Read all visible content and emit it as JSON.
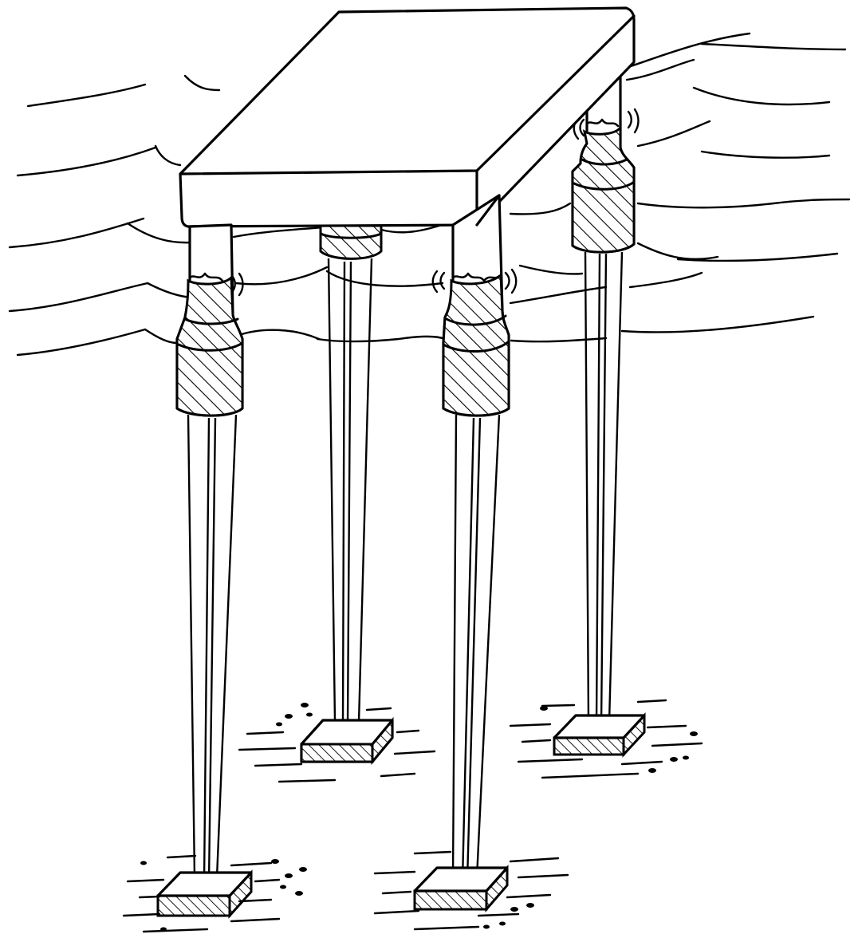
{
  "figure": {
    "description_kind": "line-drawing",
    "components": [
      {
        "name": "deck",
        "count": 1
      },
      {
        "name": "column",
        "count": 4
      },
      {
        "name": "column-collar",
        "count": 4
      },
      {
        "name": "tendon-bundle",
        "count": 4
      },
      {
        "name": "foundation-template",
        "count": 4
      },
      {
        "name": "water-surface",
        "count": 1
      },
      {
        "name": "seabed",
        "count": 1
      }
    ],
    "colors": {
      "ink": "#000000",
      "paper": "#ffffff"
    },
    "hatch_style": "diagonal"
  }
}
